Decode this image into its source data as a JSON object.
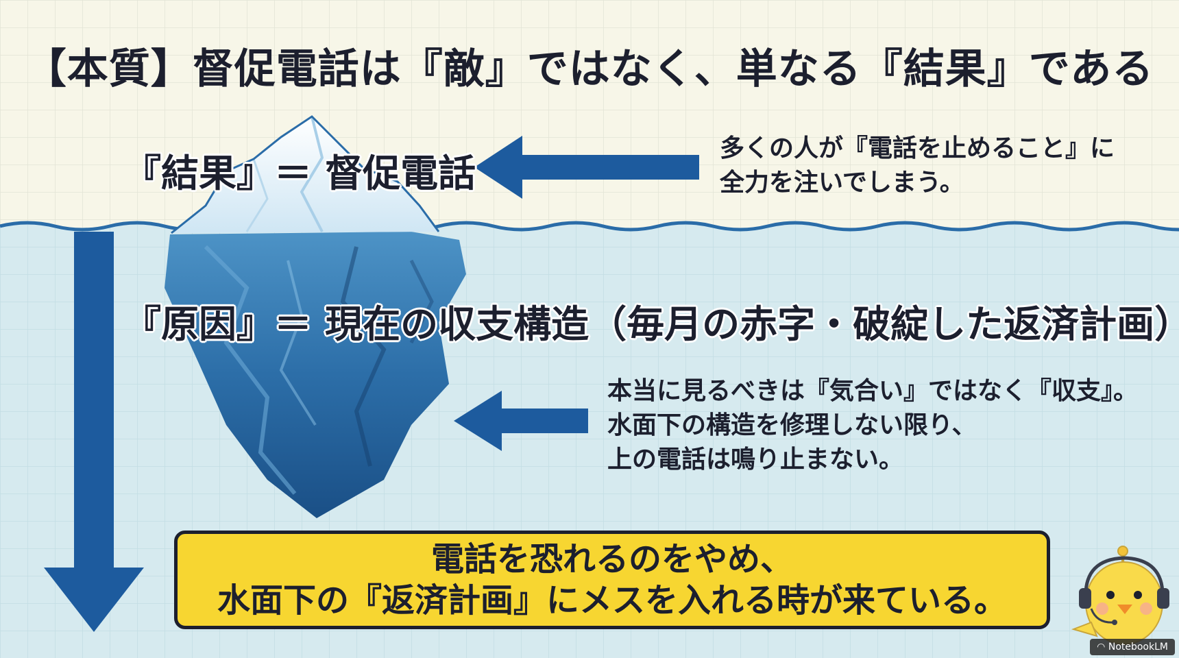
{
  "title": "【本質】督促電話は『敵』ではなく、単なる『結果』である",
  "result_label": "『結果』＝ 督促電話",
  "cause_label": "『原因』＝ 現在の収支構造（毎月の赤字・破綻した返済計画）",
  "top_note": [
    "多くの人が『電話を止めること』に",
    "全力を注いでしまう。"
  ],
  "bottom_note": [
    "本当に見るべきは『気合い』ではなく『収支』。",
    "水面下の構造を修理しない限り、",
    "上の電話は鳴り止まない。"
  ],
  "callout": [
    "電話を恐れるのをやめ、",
    "水面下の『返済計画』にメスを入れる時が来ている。"
  ],
  "badge": "NotebookLM",
  "colors": {
    "arrow": "#1d5b9e",
    "water": "#d6eaef",
    "sky": "#f7f6e8",
    "callout": "#f7d631",
    "text": "#1c1f2e"
  }
}
